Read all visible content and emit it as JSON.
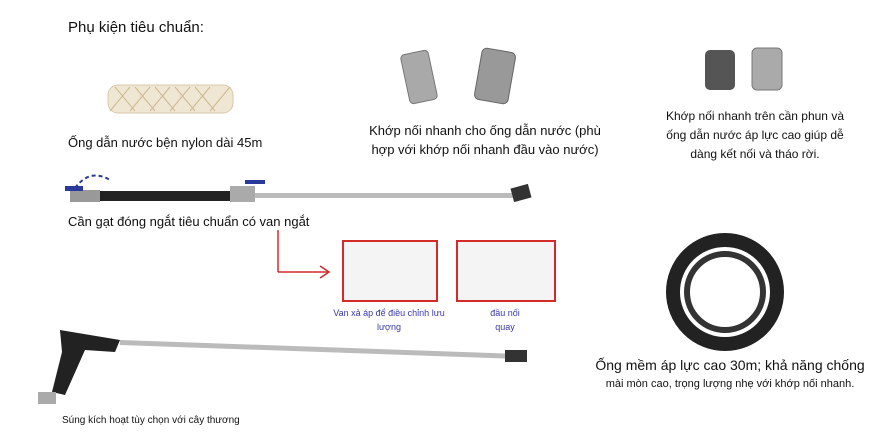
{
  "heading": "Phụ kiện tiêu chuẩn:",
  "hose_caption": "Ống dẫn nước bện nylon dài 45m",
  "coupler_caption_1": "Khớp nối nhanh cho ống dẫn nước (phù",
  "coupler_caption_2": "hợp với khớp nối nhanh đầu vào nước)",
  "quick_caption_1": "Khớp nối nhanh trên cần phun và",
  "quick_caption_2": "ống dẫn nước áp lực cao giúp dễ",
  "quick_caption_3": "dàng kết nối và tháo rời.",
  "lance_caption": "Cần gạt đóng ngắt tiêu chuẩn có van ngắt",
  "valve_caption": "Van xả áp để điều chỉnh lưu lượng",
  "swivel_caption_1": "đầu nối",
  "swivel_caption_2": "quay",
  "hp_hose_caption_1": "Ống mềm áp lực cao 30m; khả năng chống",
  "hp_hose_caption_2": "mài mòn cao, trọng lượng nhẹ với khớp nối nhanh.",
  "gun_caption": "Súng kích hoạt tùy chọn với cây thương",
  "colors": {
    "accent_red": "#d32a2a",
    "caption_blue": "#3a3aa8"
  }
}
